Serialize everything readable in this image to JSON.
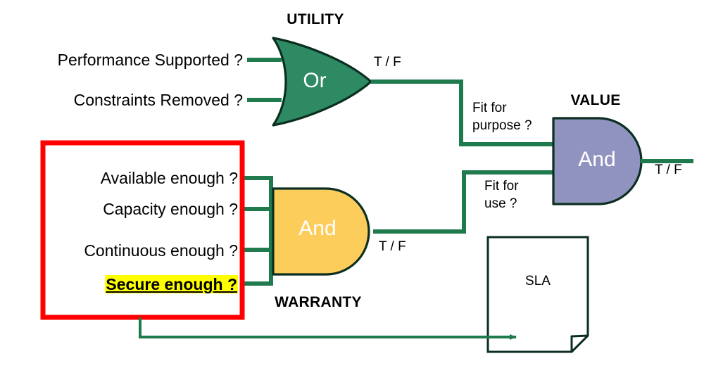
{
  "diagram": {
    "title_utility": "UTILITY",
    "title_warranty": "WARRANTY",
    "title_value": "VALUE",
    "colors": {
      "wire": "#1f7a4d",
      "or_gate_fill": "#2d8a62",
      "and_warranty_fill": "#fdcd5c",
      "and_value_fill": "#9093bf",
      "outline": "#0b2e20",
      "highlight_box": "#ff0000",
      "highlight_text_bg": "#ffff00",
      "gate_text": "#ffffff",
      "text": "#000000"
    },
    "utility": {
      "gate_label": "Or",
      "gate_type": "or-gate",
      "output_label": "T / F",
      "inputs": [
        {
          "label": "Performance Supported ?"
        },
        {
          "label": "Constraints Removed ?"
        }
      ]
    },
    "warranty": {
      "gate_label": "And",
      "gate_type": "and-gate",
      "output_label": "T / F",
      "inputs": [
        {
          "label": "Available enough ?",
          "highlighted": false
        },
        {
          "label": "Capacity enough ?",
          "highlighted": false
        },
        {
          "label": "Continuous enough ?",
          "highlighted": false
        },
        {
          "label": "Secure enough ?",
          "highlighted": true
        }
      ]
    },
    "value": {
      "gate_label": "And",
      "gate_type": "and-gate",
      "output_label": "T / F",
      "inputs": [
        {
          "label_line1": "Fit for",
          "label_line2": "purpose ?"
        },
        {
          "label_line1": "Fit for",
          "label_line2": "use ?"
        }
      ]
    },
    "document": {
      "label": "SLA"
    }
  }
}
